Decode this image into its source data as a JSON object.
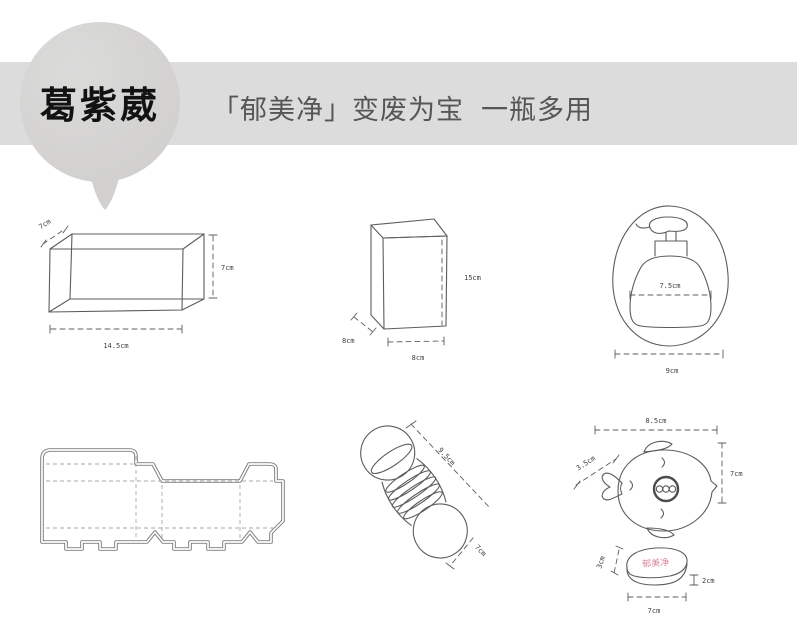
{
  "header": {
    "author": "葛紫葳",
    "title": "「郁美净」变废为宝  一瓶多用"
  },
  "colors": {
    "band": "#dcdcdc",
    "bubble": "#d4d3d2",
    "sketch_line": "#5c5c5c",
    "title_text": "#565656",
    "soap_brand_text": "#d9899a"
  },
  "sketches": {
    "outer_box": {
      "depth": "7cm",
      "height": "7cm",
      "width": "14.5cm"
    },
    "tall_box": {
      "height": "15cm",
      "depth": "8cm",
      "width": "8cm"
    },
    "pump_bottle": {
      "body_width": "7.5cm",
      "base_width": "9cm"
    },
    "roller": {
      "length": "9.5cm",
      "diameter": "7cm"
    },
    "fish_dish": {
      "width": "8.5cm",
      "height": "7cm",
      "tail_length": "3.5cm"
    },
    "soap_bar": {
      "brand": "郁美净",
      "thickness_top": "3cm",
      "thickness_edge": "2cm",
      "width": "7cm"
    }
  }
}
